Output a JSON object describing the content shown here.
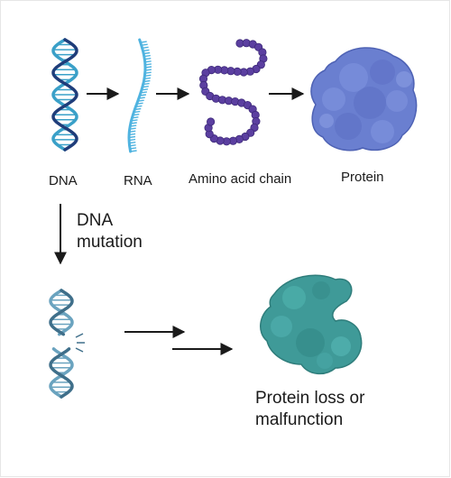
{
  "labels": {
    "dna": "DNA",
    "rna": "RNA",
    "amino_acid_chain": "Amino acid chain",
    "protein": "Protein",
    "mutation_line1": "DNA",
    "mutation_line2": "mutation",
    "result_line1": "Protein loss or",
    "result_line2": "malfunction"
  },
  "icons": {
    "dna": "dna-double-helix-icon",
    "rna": "rna-strand-icon",
    "amino_acid_chain": "amino-acid-chain-icon",
    "protein": "folded-protein-icon",
    "mutated_dna": "broken-dna-helix-icon",
    "misfolded_protein": "misfolded-protein-icon"
  },
  "colors": {
    "dna_dark": "#1f3d7a",
    "dna_light": "#3aa0c8",
    "rna": "#4fb3e0",
    "amino_acid": "#5b3fa0",
    "protein": "#6a7fd0",
    "mutated_dna": "#3f6f8a",
    "misfolded_protein": "#3f9a98",
    "arrow": "#1a1a1a"
  }
}
